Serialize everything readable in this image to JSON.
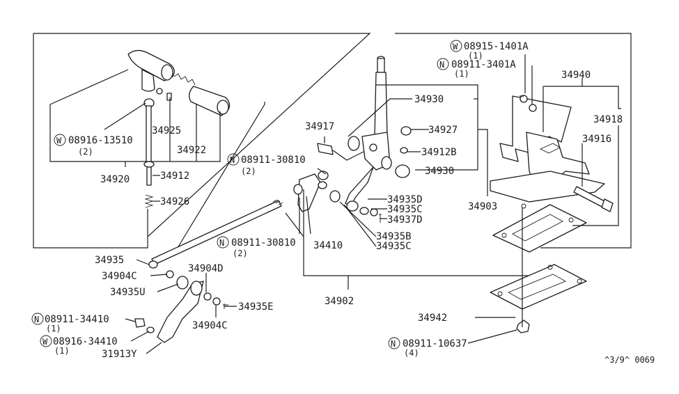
{
  "labels": {
    "p34940": "34940",
    "p34918": "34918",
    "p34916": "34916",
    "p34903": "34903",
    "p34930a": "34930",
    "p34930b": "34930",
    "p34927": "34927",
    "p34912B": "34912B",
    "p34917": "34917",
    "p34925": "34925",
    "p34922": "34922",
    "p34912": "34912",
    "p34920": "34920",
    "p34926": "34926",
    "p34935D": "34935D",
    "p34935C_a": "34935C",
    "p34937D": "34937D",
    "p34935B": "34935B",
    "p34935C_b": "34935C",
    "p34410": "34410",
    "p34935": "34935",
    "p34904C_a": "34904C",
    "p34935U": "34935U",
    "p34904D": "34904D",
    "p34935E": "34935E",
    "p34904C_b": "34904C",
    "p31913Y": "31913Y",
    "p34902": "34902",
    "p34942": "34942"
  },
  "fasteners": {
    "w08915": {
      "prefix": "W",
      "number": "08915-1401A",
      "qty": "(1)"
    },
    "n08911_3401": {
      "prefix": "N",
      "number": "08911-3401A",
      "qty": "(1)"
    },
    "w08916_13510": {
      "prefix": "W",
      "number": "08916-13510",
      "qty": "(2)"
    },
    "n08911_30810a": {
      "prefix": "N",
      "number": "08911-30810",
      "qty": "(2)"
    },
    "n08911_30810b": {
      "prefix": "N",
      "number": "08911-30810",
      "qty": "(2)"
    },
    "n08911_34410": {
      "prefix": "N",
      "number": "08911-34410",
      "qty": "(1)"
    },
    "w08916_34410": {
      "prefix": "W",
      "number": "08916-34410",
      "qty": "(1)"
    },
    "n08911_10637": {
      "prefix": "N",
      "number": "08911-10637",
      "qty": "(4)"
    }
  },
  "footer": {
    "code": "^3/9^ 0069"
  }
}
